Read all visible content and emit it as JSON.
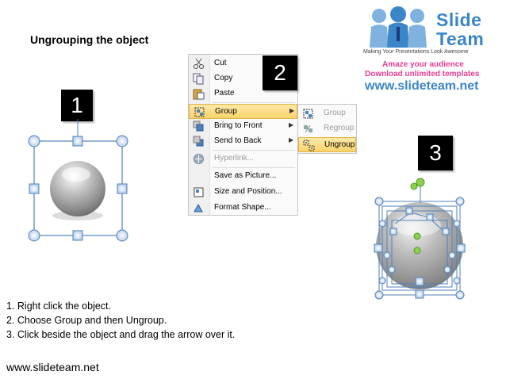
{
  "title": "Ungrouping the object",
  "logo": {
    "line1": "Slide",
    "line2": "Team",
    "tagline": "Making Your Presentations Look Awesome",
    "promo1": "Amaze your audience",
    "promo2": "Download unlimited templates",
    "url": "www.slideteam.net"
  },
  "badges": [
    "1",
    "2",
    "3"
  ],
  "context_menu": {
    "items": [
      {
        "label": "Cut",
        "icon": "scissors-icon"
      },
      {
        "label": "Copy",
        "icon": "copy-icon"
      },
      {
        "label": "Paste",
        "icon": "paste-icon"
      },
      {
        "label": "Group",
        "icon": "group-icon",
        "has_submenu": true,
        "highlighted": true
      },
      {
        "label": "Bring to Front",
        "icon": "bring-to-front-icon",
        "has_submenu": true
      },
      {
        "label": "Send to Back",
        "icon": "send-to-back-icon",
        "has_submenu": true
      },
      {
        "label": "Hyperlink...",
        "icon": "hyperlink-icon",
        "disabled": true
      },
      {
        "label": "Save as Picture...",
        "icon": ""
      },
      {
        "label": "Size and Position...",
        "icon": "size-position-icon"
      },
      {
        "label": "Format Shape...",
        "icon": "format-shape-icon"
      }
    ]
  },
  "submenu": {
    "items": [
      {
        "label": "Group",
        "icon": "group-icon",
        "disabled": true
      },
      {
        "label": "Regroup",
        "icon": "regroup-icon",
        "disabled": true
      },
      {
        "label": "Ungroup",
        "icon": "ungroup-icon",
        "highlighted": true
      }
    ]
  },
  "steps": [
    "1.   Right click the object.",
    "2.   Choose Group and then Ungroup.",
    "3.   Click beside the object and drag the arrow over it."
  ],
  "footer": "www.slideteam.net",
  "colors": {
    "accent_blue": "#3a86c8",
    "accent_pink": "#e53e94",
    "handle_blue": "#4f81bd",
    "menu_highlight": "#fbd46a"
  }
}
